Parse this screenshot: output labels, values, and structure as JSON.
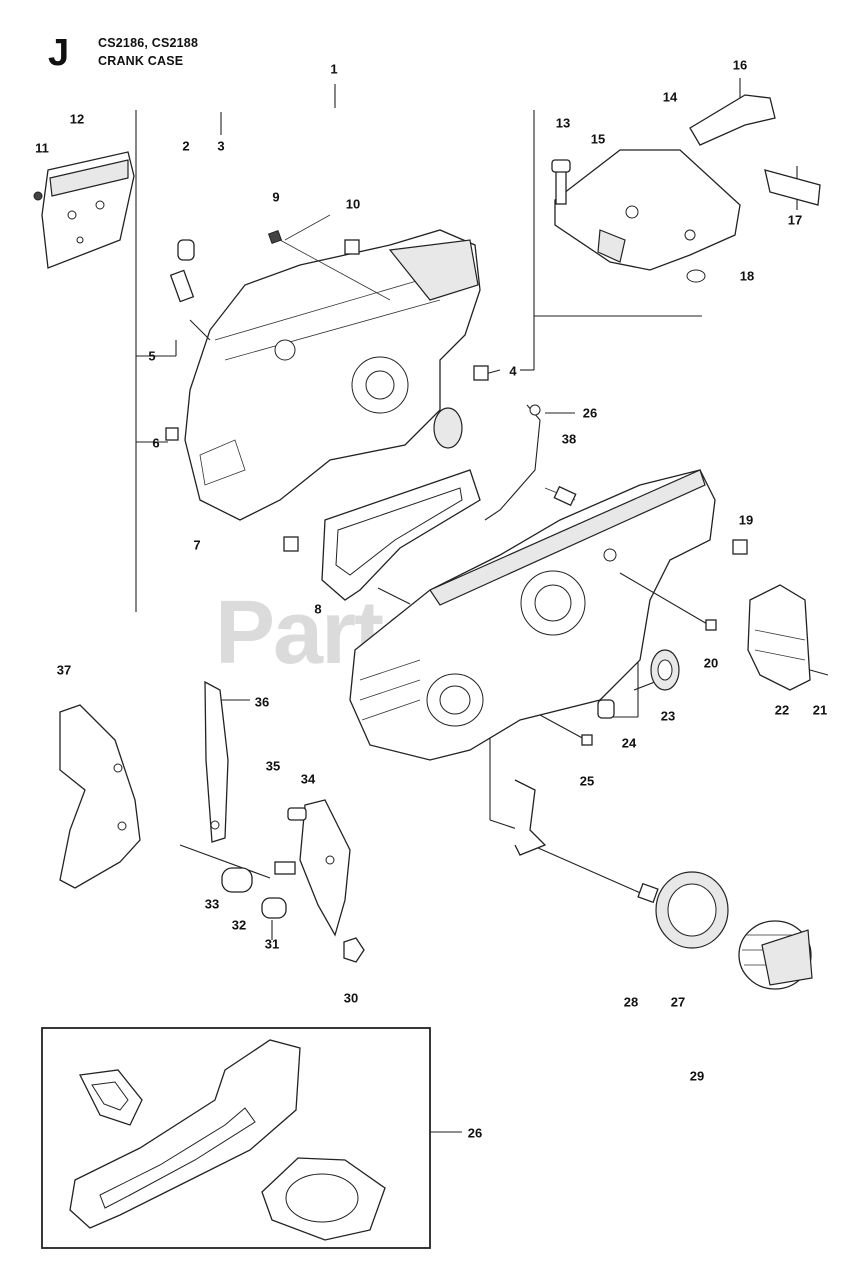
{
  "header": {
    "section_letter": "J",
    "models": "CS2186, CS2188",
    "title": "CRANK CASE"
  },
  "watermark": {
    "text": "PartsTree",
    "trademark": "™"
  },
  "callouts": [
    "1",
    "2",
    "3",
    "4",
    "5",
    "6",
    "7",
    "8",
    "9",
    "10",
    "11",
    "12",
    "13",
    "14",
    "15",
    "16",
    "17",
    "18",
    "19",
    "20",
    "21",
    "22",
    "23",
    "24",
    "25",
    "26",
    "27",
    "28",
    "29",
    "30",
    "31",
    "32",
    "33",
    "34",
    "35",
    "36",
    "37",
    "38"
  ],
  "kit_callout": "26"
}
